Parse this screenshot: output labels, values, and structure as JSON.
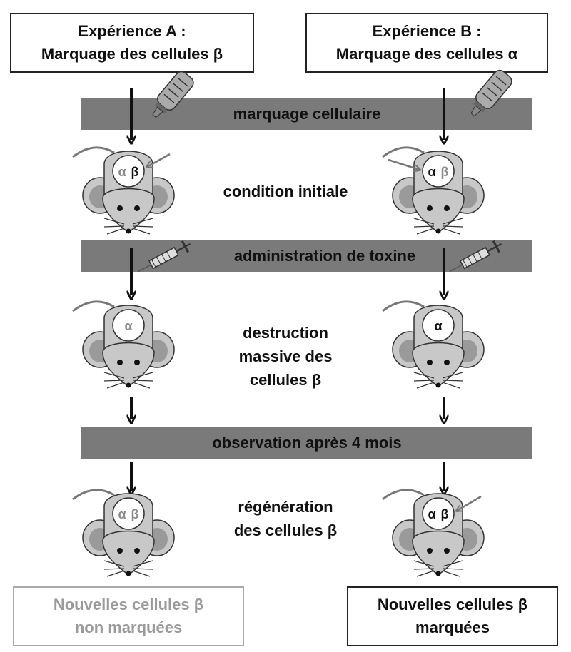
{
  "experiments": {
    "a": {
      "title": "Expérience A :",
      "subtitle": "Marquage des cellules β"
    },
    "b": {
      "title": "Expérience B :",
      "subtitle": "Marquage des cellules α"
    }
  },
  "bands": {
    "marking": "marquage cellulaire",
    "toxin": "administration de toxine",
    "observation": "observation après 4 mois"
  },
  "steps": {
    "initial": [
      "condition initiale"
    ],
    "destruction": [
      "destruction",
      "massive des",
      "cellules β"
    ],
    "regeneration": [
      "régénération",
      "des cellules β"
    ]
  },
  "mouse_labels": {
    "alpha": "α",
    "beta": "β"
  },
  "results": {
    "a": [
      "Nouvelles cellules β",
      "non marquées"
    ],
    "b": [
      "Nouvelles cellules β",
      "marquées"
    ]
  },
  "colors": {
    "band": "#7a7a7a",
    "mouse_body": "#c8c8c8",
    "mouse_ear_inner": "#9a9a9a",
    "marked_text": "#111111",
    "unmarked_text": "#8a8a8a",
    "faded_box": "#9a9a9a"
  }
}
